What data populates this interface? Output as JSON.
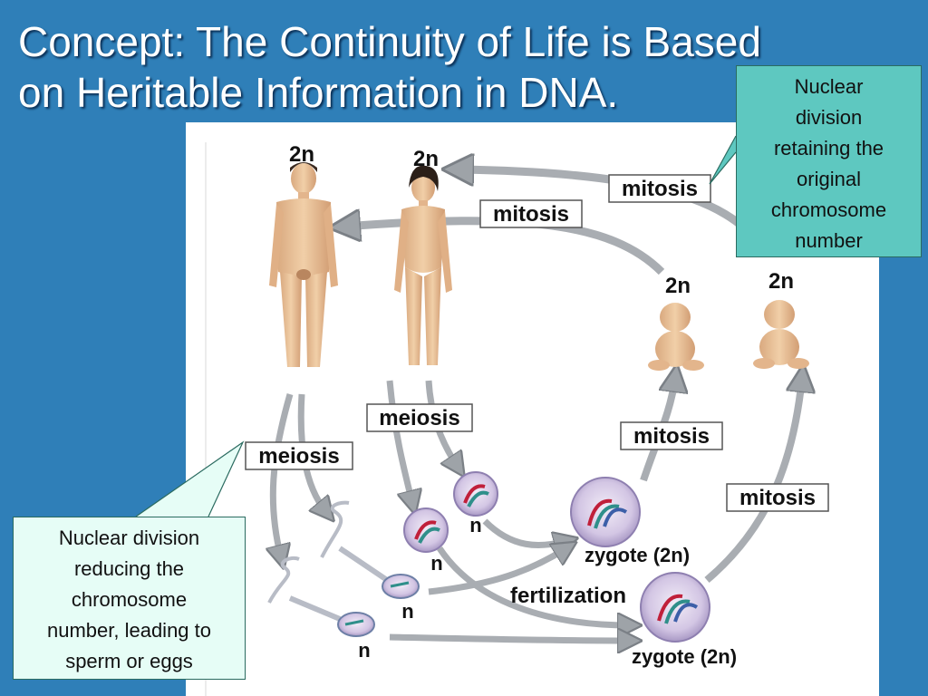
{
  "slide": {
    "title_line1": "Concept: The Continuity of Life is Based",
    "title_line2": "on Heritable Information in DNA."
  },
  "callouts": {
    "mitosis_note": [
      "Nuclear",
      "division",
      "retaining the",
      "original",
      "chromosome",
      "number"
    ],
    "meiosis_note": [
      "Nuclear division",
      "reducing the",
      "chromosome",
      "number, leading to",
      "sperm or eggs"
    ]
  },
  "diagram": {
    "male_ploidy": "2n",
    "female_ploidy": "2n",
    "baby1_ploidy": "2n",
    "baby2_ploidy": "2n",
    "mitosis_top_outer": "mitosis",
    "mitosis_top_inner": "mitosis",
    "mitosis_right_inner": "mitosis",
    "mitosis_right_outer": "mitosis",
    "meiosis_left": "meiosis",
    "meiosis_middle": "meiosis",
    "egg1_ploidy": "n",
    "egg2_ploidy": "n",
    "sperm1_ploidy": "n",
    "sperm2_ploidy": "n",
    "zygote1": "zygote (2n)",
    "zygote2": "zygote (2n)",
    "fertilization": "fertilization"
  },
  "colors": {
    "background": "#2f7fb8",
    "callout_fill": "#e6fdf6",
    "callout_top_fill": "#5ec8c0",
    "arrow": "#a9adb2",
    "cell_fill": "#d6c8e6"
  }
}
